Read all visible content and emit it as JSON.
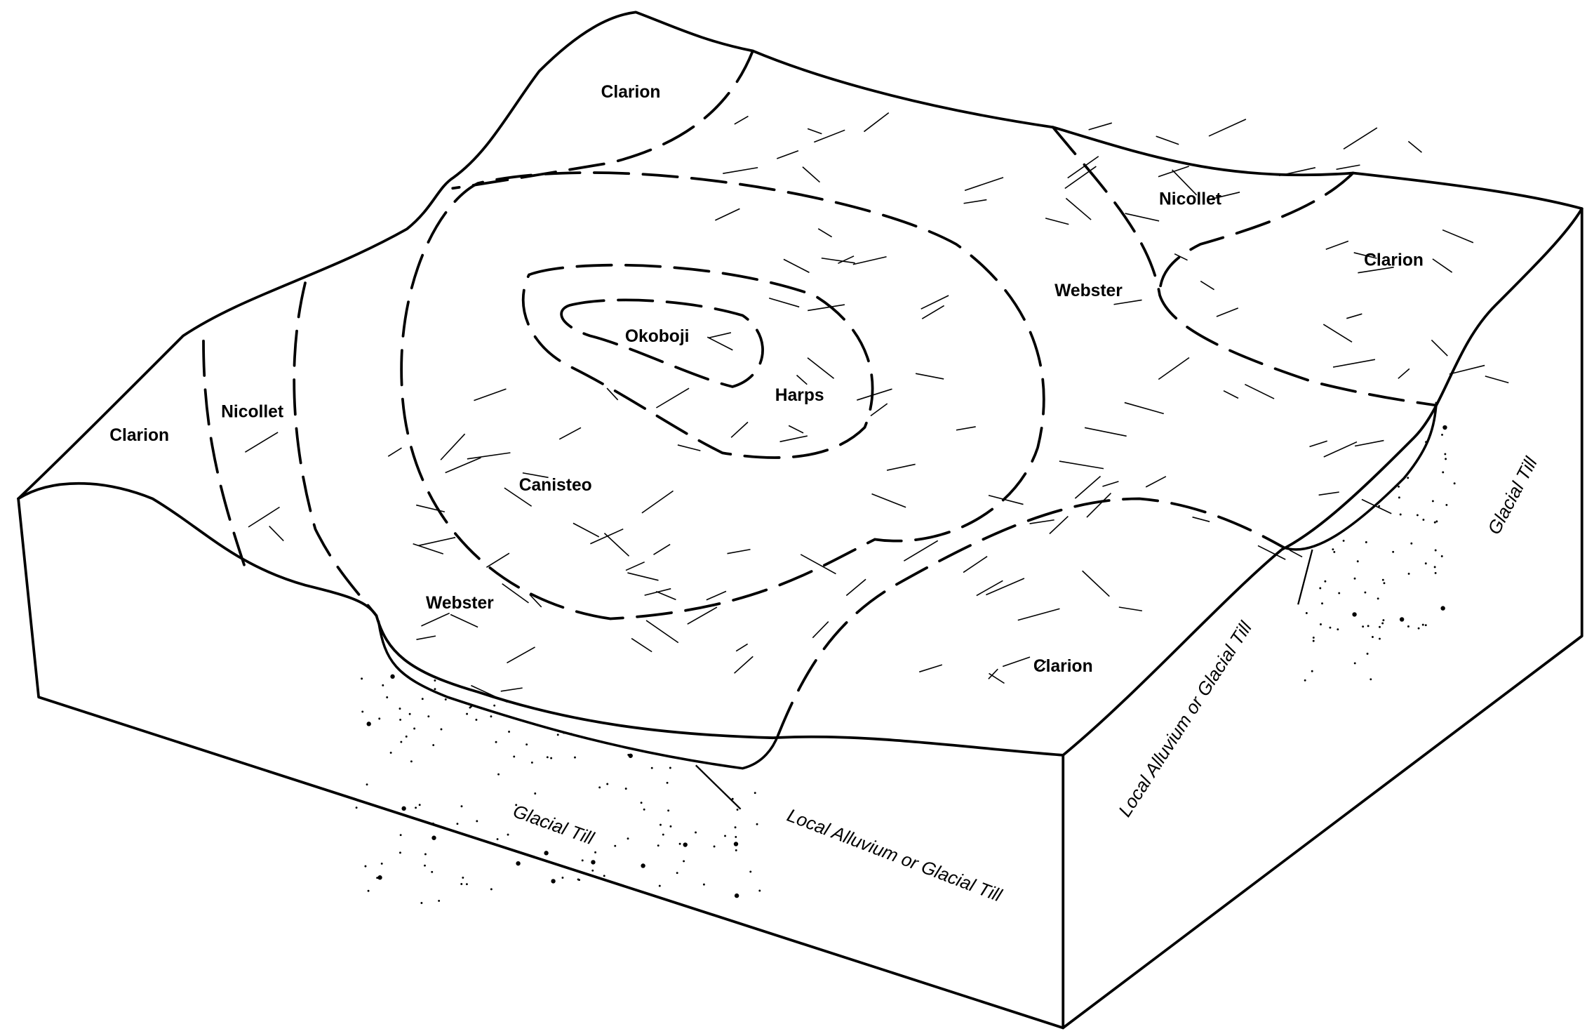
{
  "diagram": {
    "soil_labels": [
      {
        "id": "clarion-top",
        "text": "Clarion"
      },
      {
        "id": "nicollet-right",
        "text": "Nicollet"
      },
      {
        "id": "clarion-right",
        "text": "Clarion"
      },
      {
        "id": "webster-right",
        "text": "Webster"
      },
      {
        "id": "okoboji",
        "text": "Okoboji"
      },
      {
        "id": "harps",
        "text": "Harps"
      },
      {
        "id": "nicollet-left",
        "text": "Nicollet"
      },
      {
        "id": "clarion-left",
        "text": "Clarion"
      },
      {
        "id": "canisteo",
        "text": "Canisteo"
      },
      {
        "id": "webster-front",
        "text": "Webster"
      },
      {
        "id": "clarion-front",
        "text": "Clarion"
      }
    ],
    "front_face": {
      "material_label": "Glacial Till",
      "alluvium_label": "Local Alluvium or Glacial Till"
    },
    "right_face": {
      "material_label": "Glacial Till",
      "alluvium_label": "Local Alluvium or Glacial Till"
    }
  }
}
